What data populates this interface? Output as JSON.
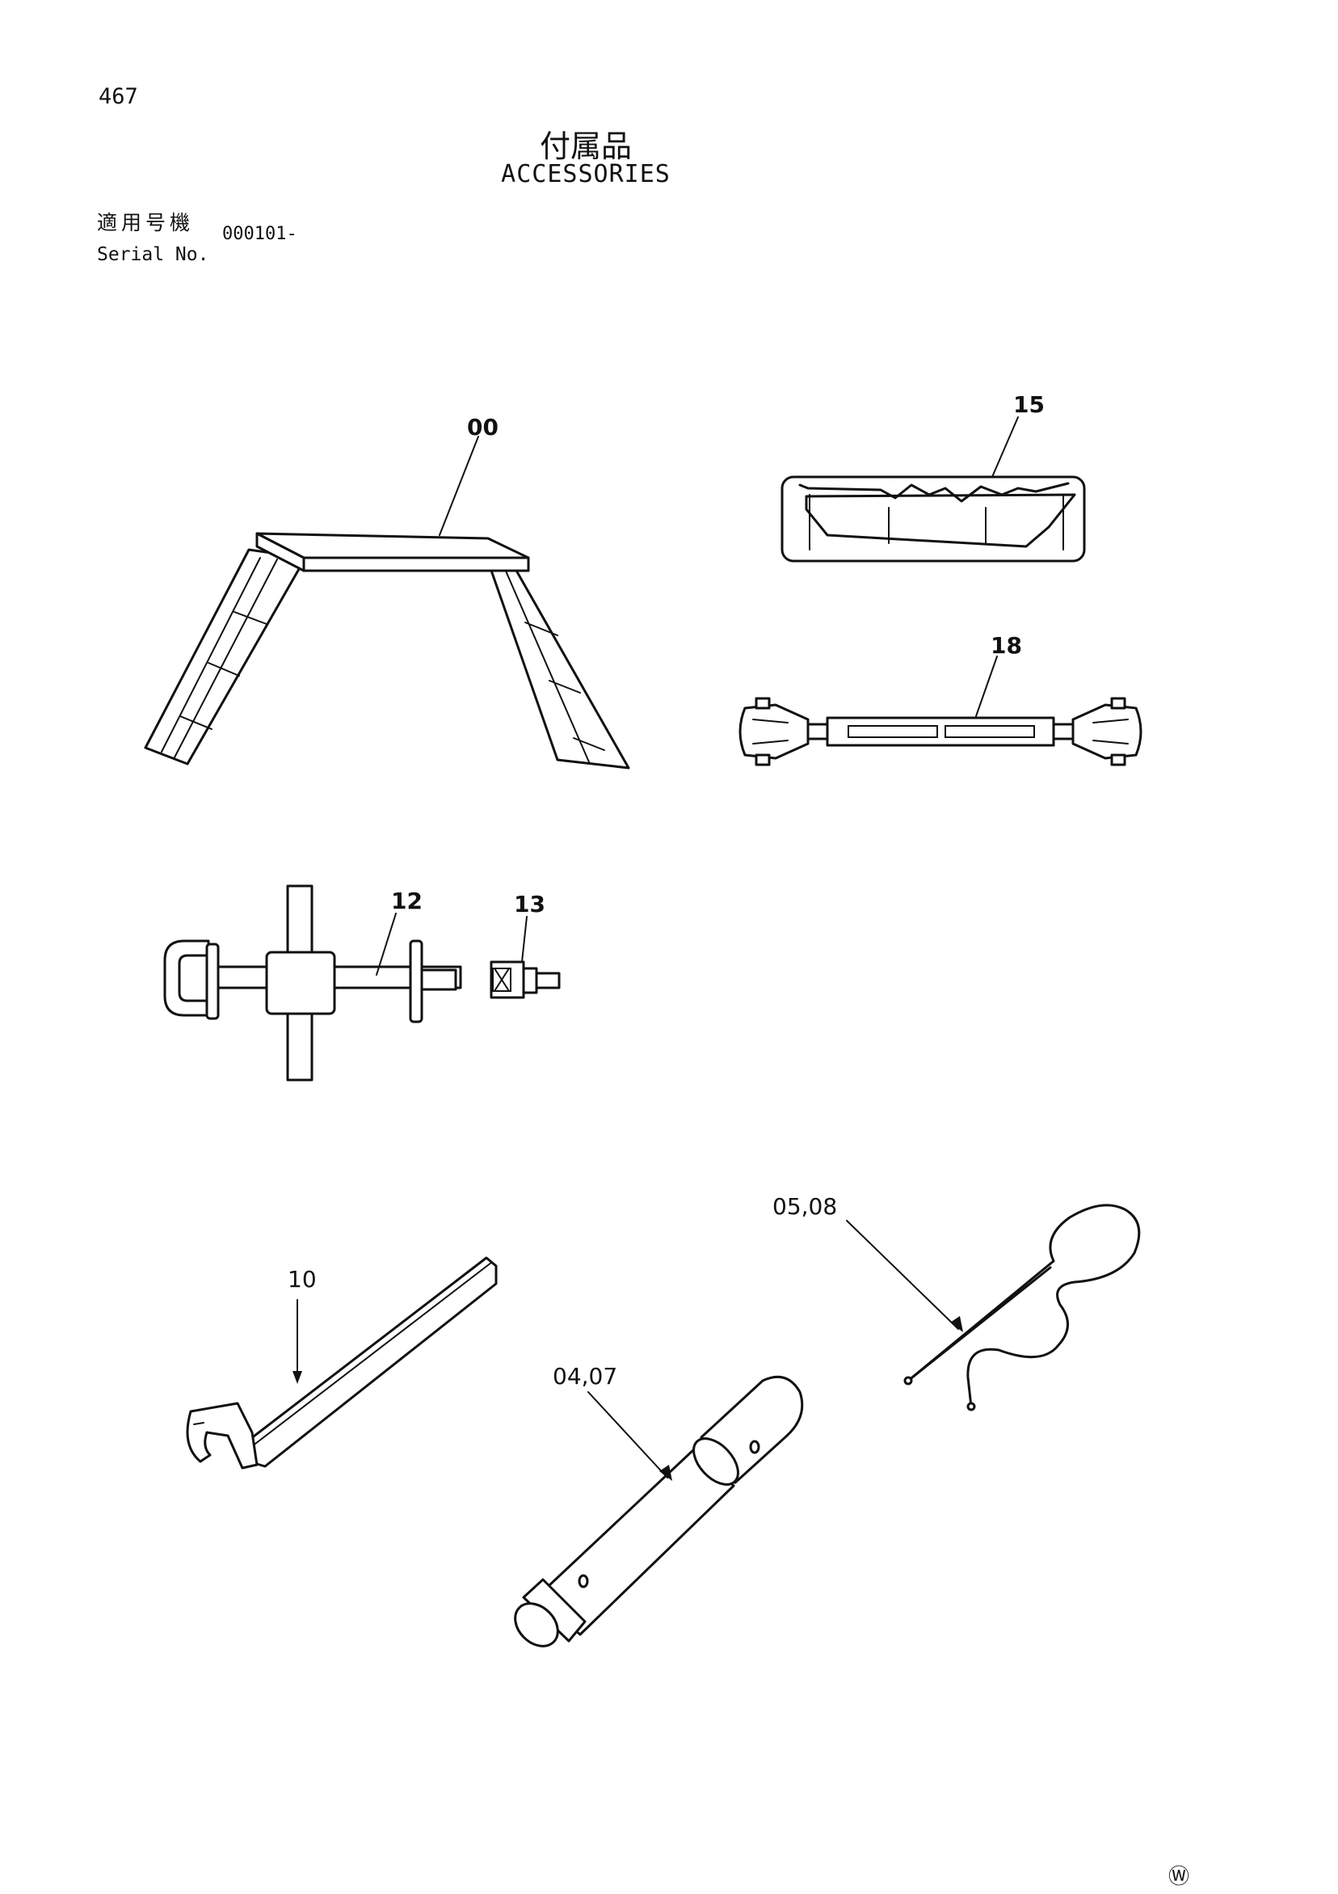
{
  "page": {
    "number": "467",
    "title_jp": "付属品",
    "title_en": "ACCESSORIES",
    "serial_label_jp": "適用号機",
    "serial_label_en": "Serial No.",
    "serial_value": "000101-",
    "corner_mark": "Ⓦ"
  },
  "callouts": {
    "step": "00",
    "cover": "15",
    "turnbuckle": "18",
    "wrench": "12",
    "socket": "13",
    "spanner": "10",
    "pin": "04,07",
    "clip": "05,08"
  },
  "parts": [
    {
      "callout": "00",
      "icon": "step-ladder-icon"
    },
    {
      "callout": "15",
      "icon": "cover-icon"
    },
    {
      "callout": "18",
      "icon": "turnbuckle-icon"
    },
    {
      "callout": "12",
      "icon": "cross-wrench-icon"
    },
    {
      "callout": "13",
      "icon": "socket-adapter-icon"
    },
    {
      "callout": "10",
      "icon": "spanner-icon"
    },
    {
      "callout": "04,07",
      "icon": "tapered-pin-icon"
    },
    {
      "callout": "05,08",
      "icon": "r-clip-icon"
    }
  ]
}
